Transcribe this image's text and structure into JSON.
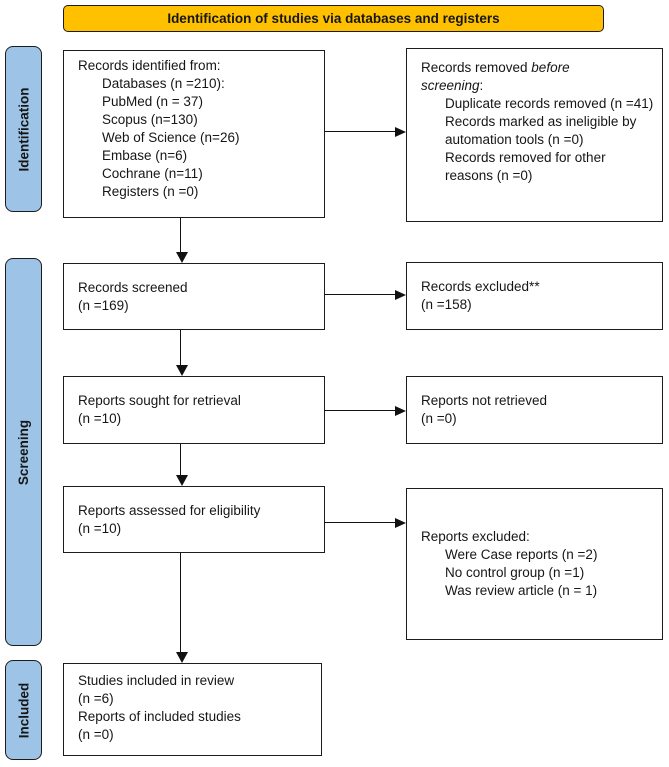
{
  "title": "Identification of studies via databases and registers",
  "colors": {
    "header_bg": "#FFC000",
    "sidebar_bg": "#9DC3E6",
    "border": "#1C1C1C",
    "box_bg": "#FFFFFF"
  },
  "sidebars": {
    "identification": "Identification",
    "screening": "Screening",
    "included": "Included"
  },
  "boxes": {
    "records_identified": {
      "title": "Records identified from:",
      "items": [
        "Databases (n =210):",
        "PubMed (n = 37)",
        "Scopus (n=130)",
        "Web of Science (n=26)",
        "Embase (n=6)",
        "Cochrane (n=11)",
        "Registers (n =0)"
      ]
    },
    "records_removed": {
      "title_line1_text": "Records removed ",
      "title_line1_italic": "before",
      "title_line2_italic": "screening",
      "title_line2_text": ":",
      "items": [
        "Duplicate records removed (n =41)",
        "Records marked as ineligible by automation tools (n =0)",
        "Records removed for other reasons (n =0)"
      ]
    },
    "records_screened": {
      "line1": "Records screened",
      "line2": "(n =169)"
    },
    "records_excluded": {
      "line1": "Records excluded**",
      "line2": "(n =158)"
    },
    "reports_sought": {
      "line1": "Reports sought for retrieval",
      "line2": "(n =10)"
    },
    "reports_not_retrieved": {
      "line1": "Reports not retrieved",
      "line2": "(n =0)"
    },
    "reports_assessed": {
      "line1": "Reports assessed for eligibility",
      "line2": "(n =10)"
    },
    "reports_excluded": {
      "title": "Reports excluded:",
      "items": [
        "Were Case reports (n =2)",
        "No control group (n =1)",
        "Was review article (n = 1)"
      ]
    },
    "studies_included": {
      "line1": "Studies included in review",
      "line2": "(n =6)",
      "line3": "Reports of included studies",
      "line4": "(n =0)"
    }
  }
}
